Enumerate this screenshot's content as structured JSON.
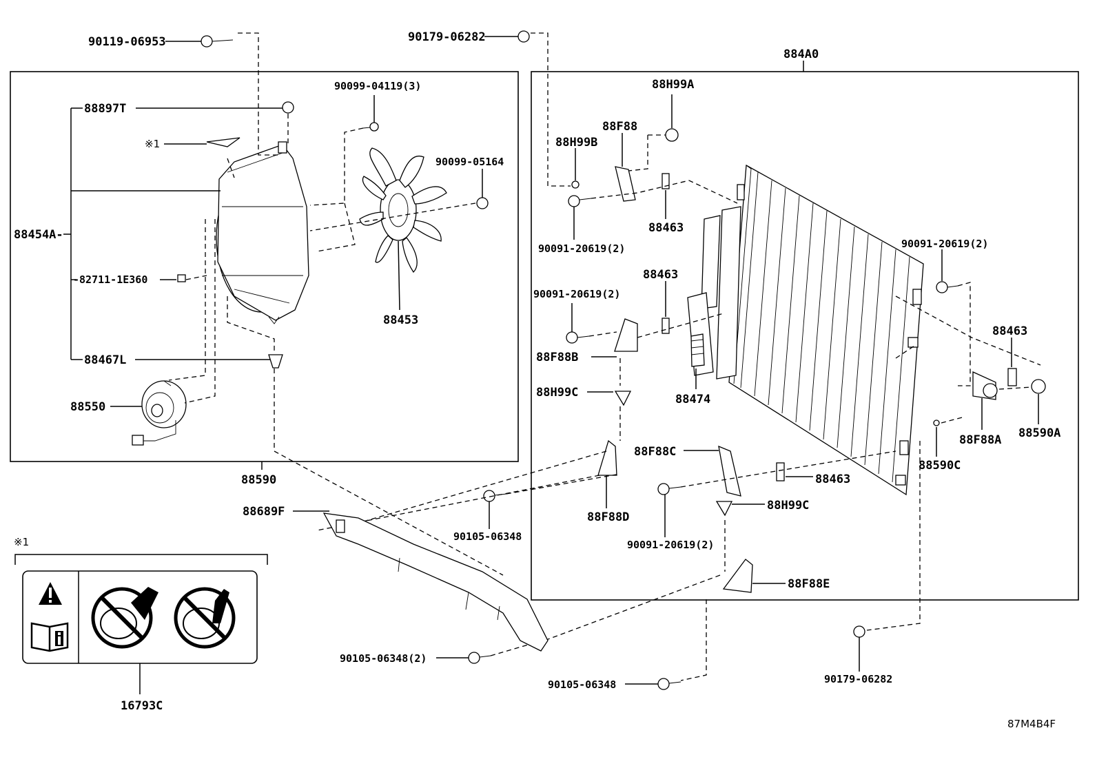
{
  "diagram_code": "87M4B4F",
  "labels": {
    "p90119_06953": "90119-06953",
    "p90179_06282_top": "90179-06282",
    "p884A0": "884A0",
    "p88897T": "88897T",
    "p90099_04119": "90099-04119(3)",
    "note_mark_1": "※1",
    "p90099_05164": "90099-05164",
    "p88454A": "88454A-",
    "p82711_1E360": "-82711-1E360",
    "p88453": "88453",
    "p88467L": "88467L",
    "p88550": "88550",
    "p88590": "88590",
    "p88H99A": "88H99A",
    "p88F88": "88F88",
    "p88H99B": "88H99B",
    "p90091_20619_a": "90091-20619(2)",
    "p88463_a": "88463",
    "p88463_b": "88463",
    "p90091_20619_b": "90091-20619(2)",
    "p88F88B": "88F88B",
    "p88H99C_a": "88H99C",
    "p88474": "88474",
    "p90091_20619_c": "90091-20619(2)",
    "p88463_c": "88463",
    "p88F88A": "88F88A",
    "p88590A": "88590A",
    "p88590C": "88590C",
    "p88F88C": "88F88C",
    "p88463_d": "88463",
    "p88F88D": "88F88D",
    "p88H99C_b": "88H99C",
    "p90091_20619_d": "90091-20619(2)",
    "p88689F": "88689F",
    "p90105_06348_a": "90105-06348",
    "p88F88E": "88F88E",
    "note_mark_2": "※1",
    "p16793C": "16793C",
    "p90105_06348_b": "90105-06348(2)",
    "p90105_06348_c": "90105-06348",
    "p90179_06282_bottom": "90179-06282"
  },
  "icons": [
    "warning-icon",
    "manual-book-icon",
    "no-hand-fan-icon",
    "no-spray-fan-icon"
  ]
}
